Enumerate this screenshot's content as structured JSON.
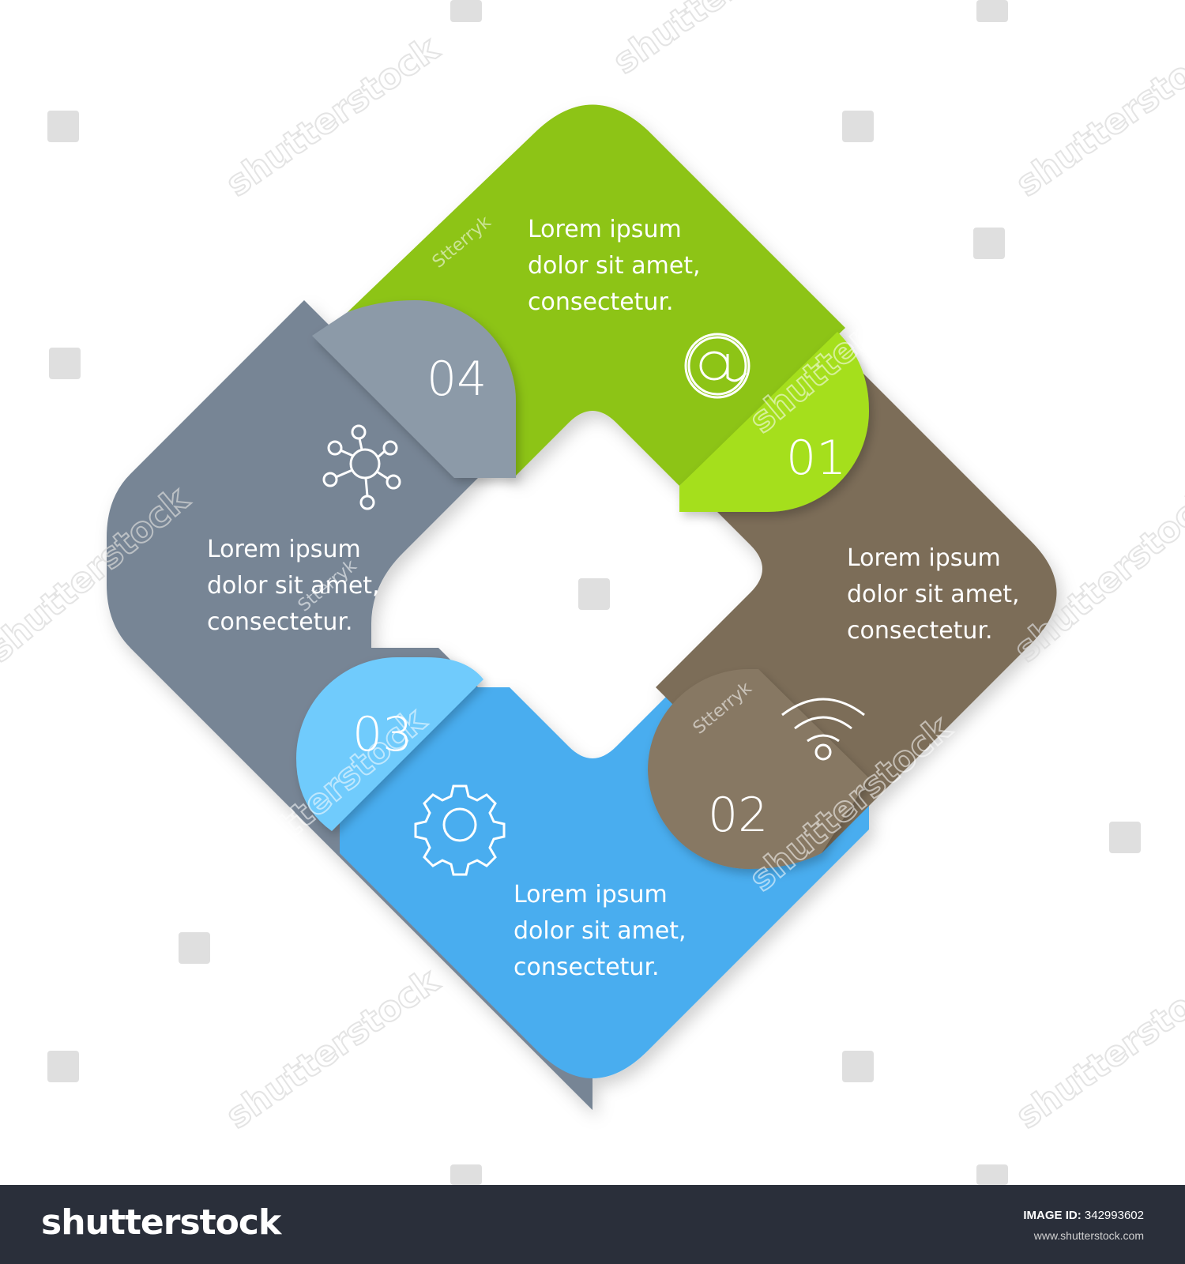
{
  "segments": [
    {
      "number": "01",
      "text_lines": [
        "Lorem ipsum",
        "dolor sit amet,",
        "consectetur."
      ],
      "icon": "at-sign-icon",
      "color": "#8dc413",
      "accent_color": "#a5df1a"
    },
    {
      "number": "02",
      "text_lines": [
        "Lorem ipsum",
        "dolor sit amet,",
        "consectetur."
      ],
      "icon": "wifi-icon",
      "color": "#7b6d58",
      "accent_color": "#877863"
    },
    {
      "number": "03",
      "text_lines": [
        "Lorem ipsum",
        "dolor sit amet,",
        "consectetur."
      ],
      "icon": "gear-icon",
      "color": "#49adef",
      "accent_color": "#70cbfc"
    },
    {
      "number": "04",
      "text_lines": [
        "Lorem ipsum",
        "dolor sit amet,",
        "consectetur."
      ],
      "icon": "network-icon",
      "color": "#778595",
      "accent_color": "#8c9aa8"
    }
  ],
  "watermark": {
    "logo_text": "shutterstock",
    "signature": "Stterryk"
  },
  "footer": {
    "logo": "shutterstock",
    "image_id_label": "IMAGE ID:",
    "image_id": "342993602",
    "url": "www.shutterstock.com"
  }
}
